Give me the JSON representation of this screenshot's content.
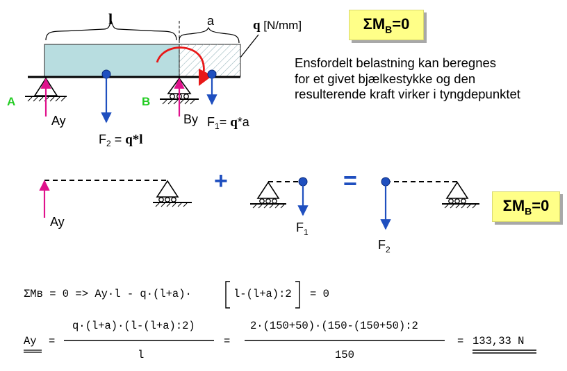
{
  "beam_top": {
    "dim_l": "l",
    "dim_a": "a",
    "load_symbol": "q",
    "load_unit": " [N/mm]",
    "support_a": "A",
    "support_b": "B",
    "reaction_a": "Ay",
    "reaction_b": "By",
    "force2_prefix": "F",
    "force2_sub": "2",
    "force2_eq": " = ",
    "force2_q": "q",
    "force2_l": "*l",
    "force1_prefix": "F",
    "force1_sub": "1",
    "force1_eq": "= ",
    "force1_q": "q",
    "force1_a": "*a"
  },
  "moment_box": {
    "sigma": "ΣM",
    "sub": "B",
    "eq": "=0"
  },
  "description": [
    "Ensfordelt belastning kan beregnes",
    "for et givet bjælkestykke og den",
    "resulterende kraft virker i tyngdepunktet"
  ],
  "superposition": {
    "reaction": "Ay",
    "plus": "+",
    "equals": "=",
    "f1_prefix": "F",
    "f1_sub": "1",
    "f2_prefix": "F",
    "f2_sub": "2"
  },
  "equations": {
    "line1_left": "ΣMʙ = 0 => Ay·l - q·(l+a)·",
    "line1_bracket": "l-(l+a):2",
    "line1_right": "= 0",
    "lhs": "Ay",
    "eq1": "=",
    "frac1_num": "q·(l+a)·(l-(l+a):2)",
    "frac1_den": "l",
    "eq2": "=",
    "frac2_num": "2·(150+50)·(150-(150+50):2",
    "frac2_den": "150",
    "eq3": "=",
    "result": "133,33 N"
  },
  "colors": {
    "beam_fill": "#b8dde0",
    "hatch": "#9ab7bd",
    "force_blue": "#1f4fbf",
    "reaction_magenta": "#e0128c",
    "label_green": "#22cc22",
    "moment_red": "#e81818",
    "box_yellow": "#ffff88"
  }
}
